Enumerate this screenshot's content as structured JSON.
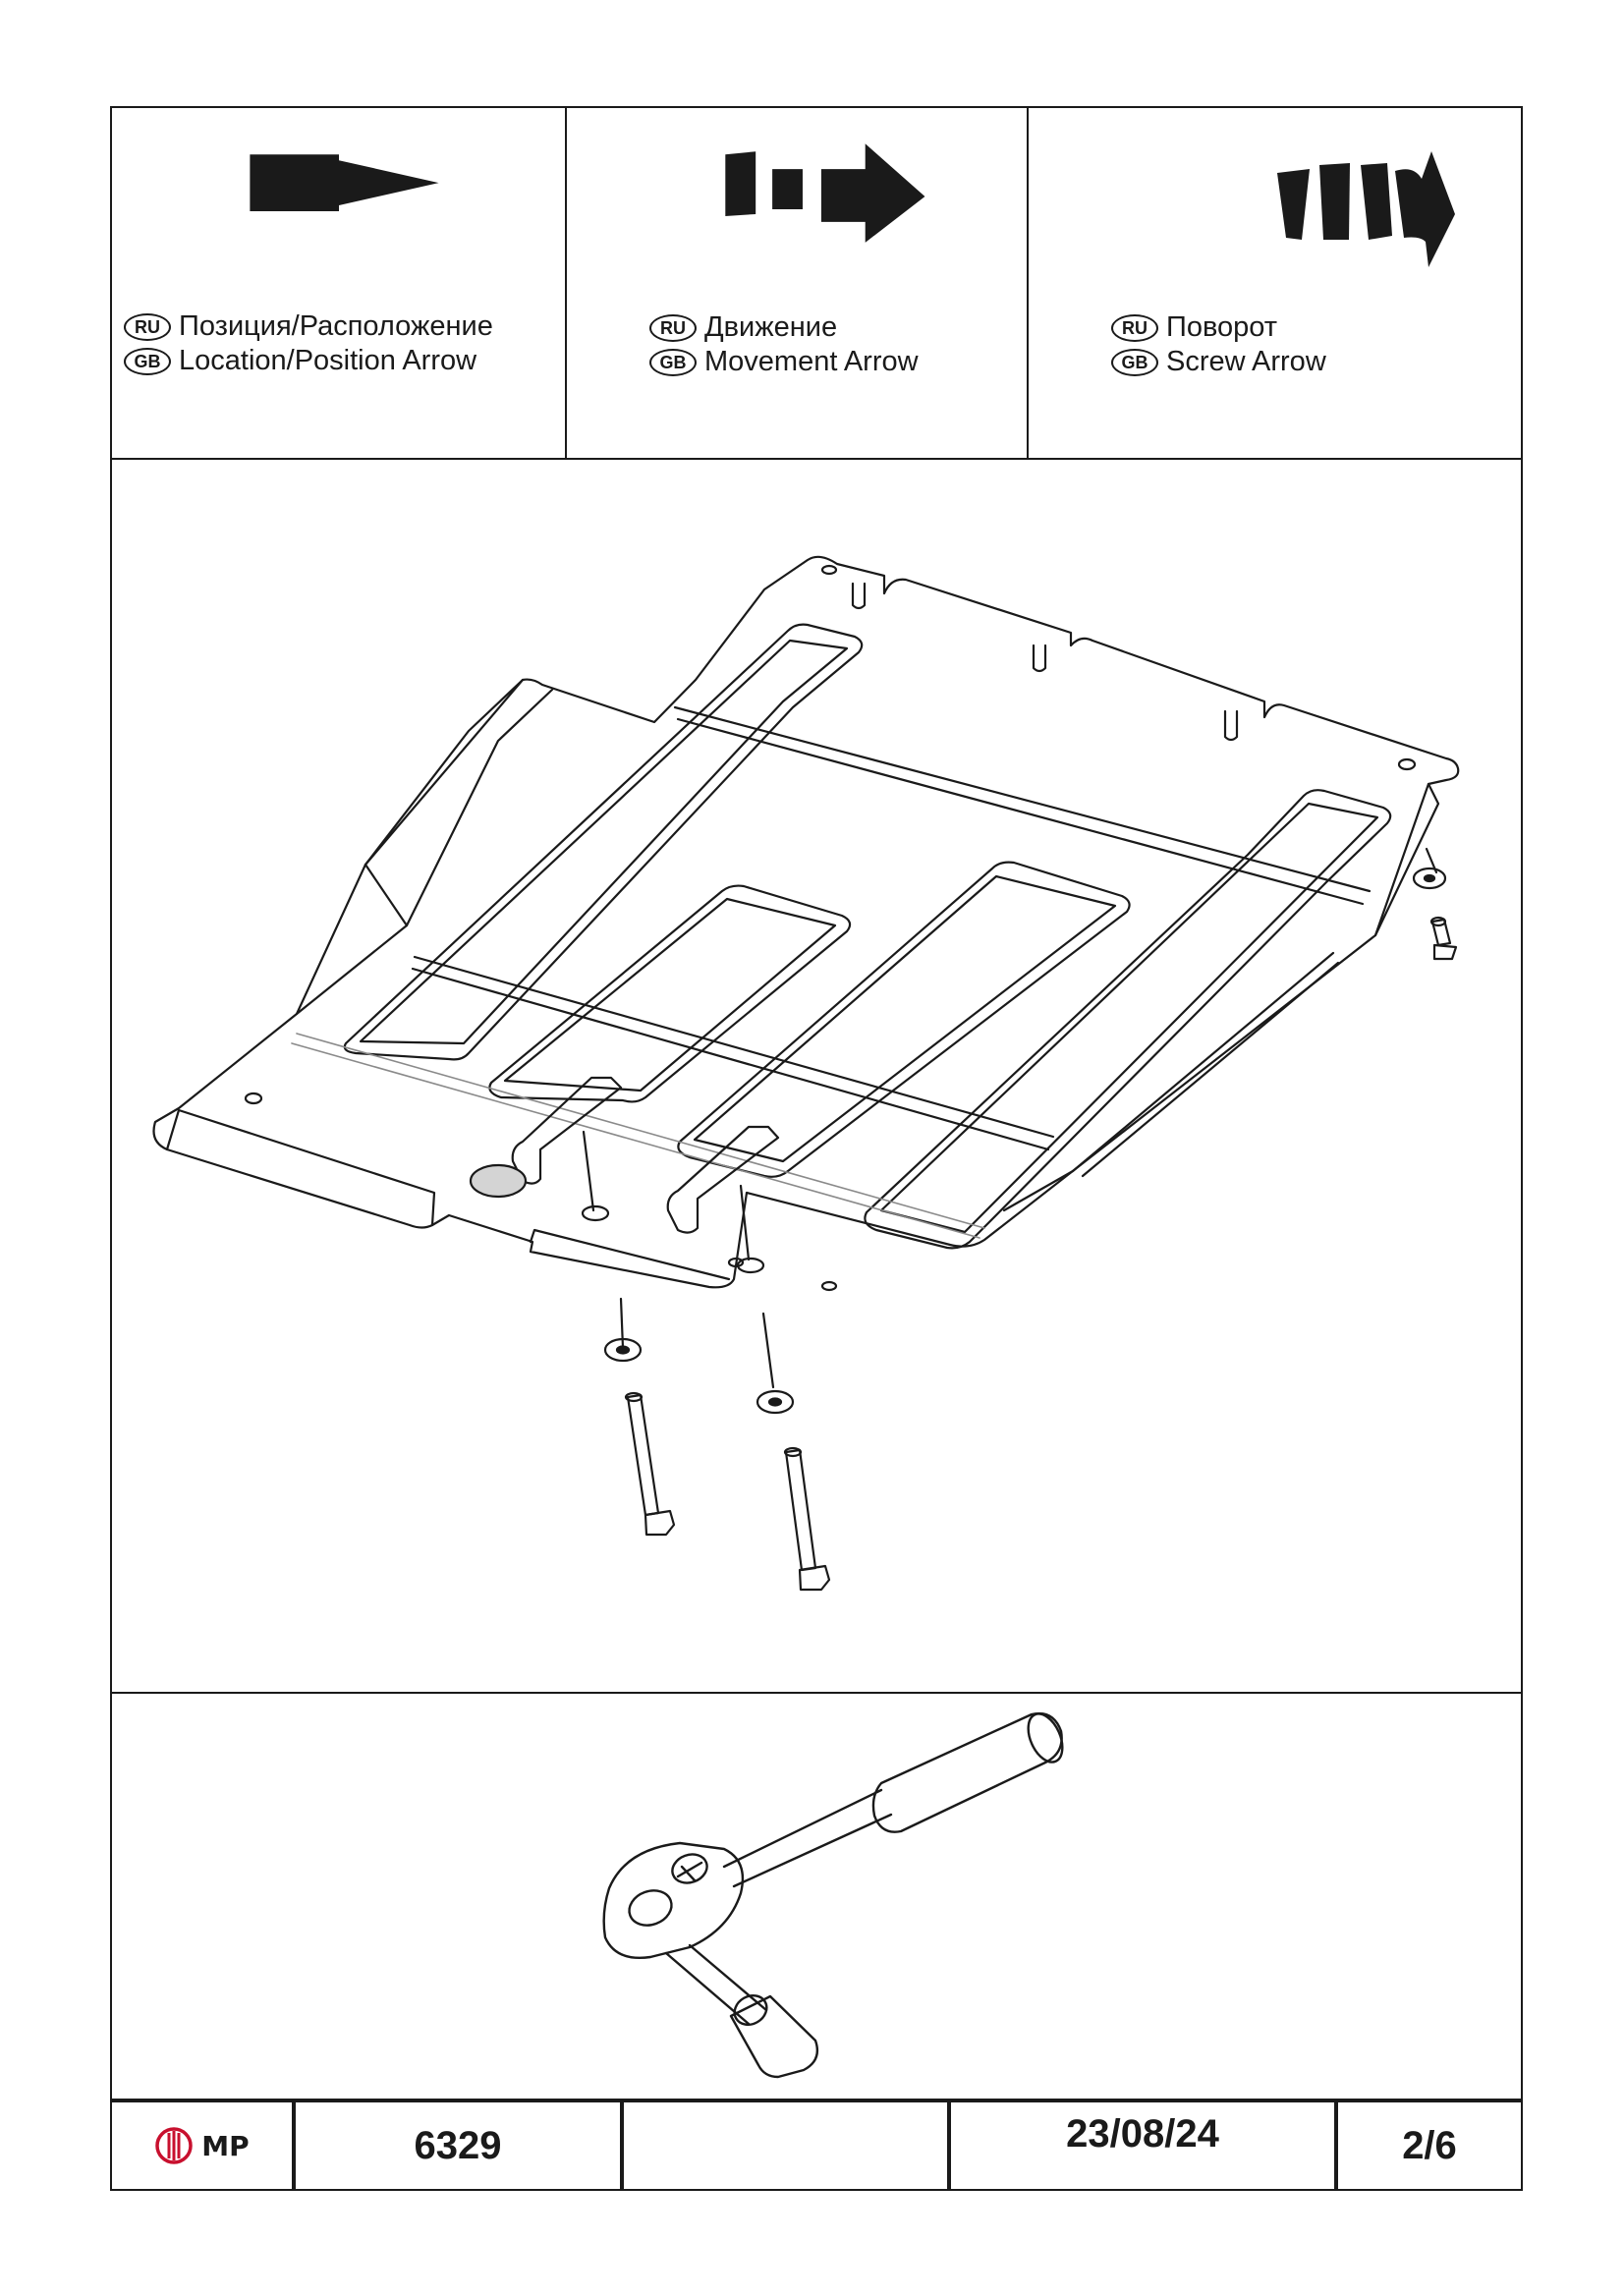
{
  "legend": [
    {
      "ru_badge": "RU",
      "gb_badge": "GB",
      "ru_text": "Позиция/Расположение",
      "gb_text": "Location/Position Arrow",
      "icon": "location-arrow-icon"
    },
    {
      "ru_badge": "RU",
      "gb_badge": "GB",
      "ru_text": "Движение",
      "gb_text": "Movement Arrow",
      "icon": "movement-arrow-icon"
    },
    {
      "ru_badge": "RU",
      "gb_badge": "GB",
      "ru_text": "Поворот",
      "gb_text": "Screw Arrow",
      "icon": "screw-arrow-icon"
    }
  ],
  "title_block": {
    "logo_text": "MP",
    "logo_color": "#c8102e",
    "part_number": "6329",
    "blank": "",
    "date": "23/08/24",
    "page": "2/6"
  }
}
